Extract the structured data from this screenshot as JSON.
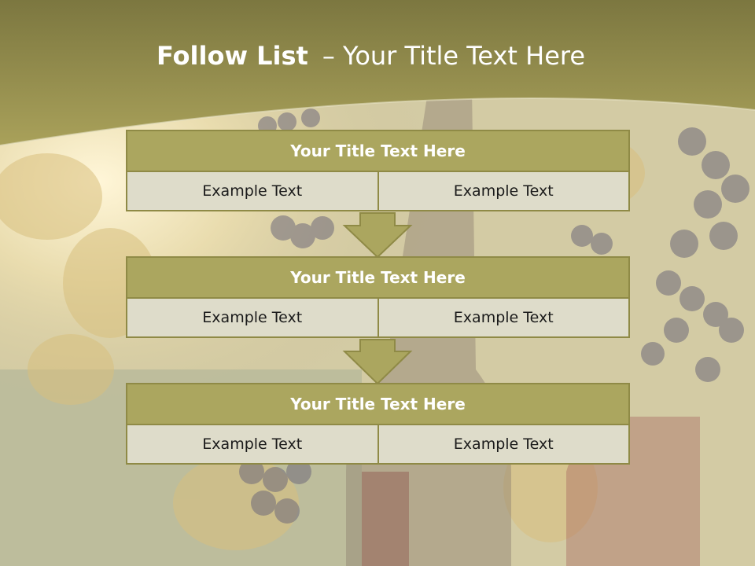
{
  "slide": {
    "title_bold": "Follow List",
    "title_rest": "– Your Title Text Here"
  },
  "steps": [
    {
      "title": "Your Title Text Here",
      "left": "Example Text",
      "right": "Example Text"
    },
    {
      "title": "Your Title Text Here",
      "left": "Example Text",
      "right": "Example Text"
    },
    {
      "title": "Your Title Text Here",
      "left": "Example Text",
      "right": "Example Text"
    }
  ],
  "colors": {
    "header_band": "#8f8a46",
    "block_title": "#aba65f",
    "cell": "#dedcca",
    "border": "#8f8a46"
  }
}
